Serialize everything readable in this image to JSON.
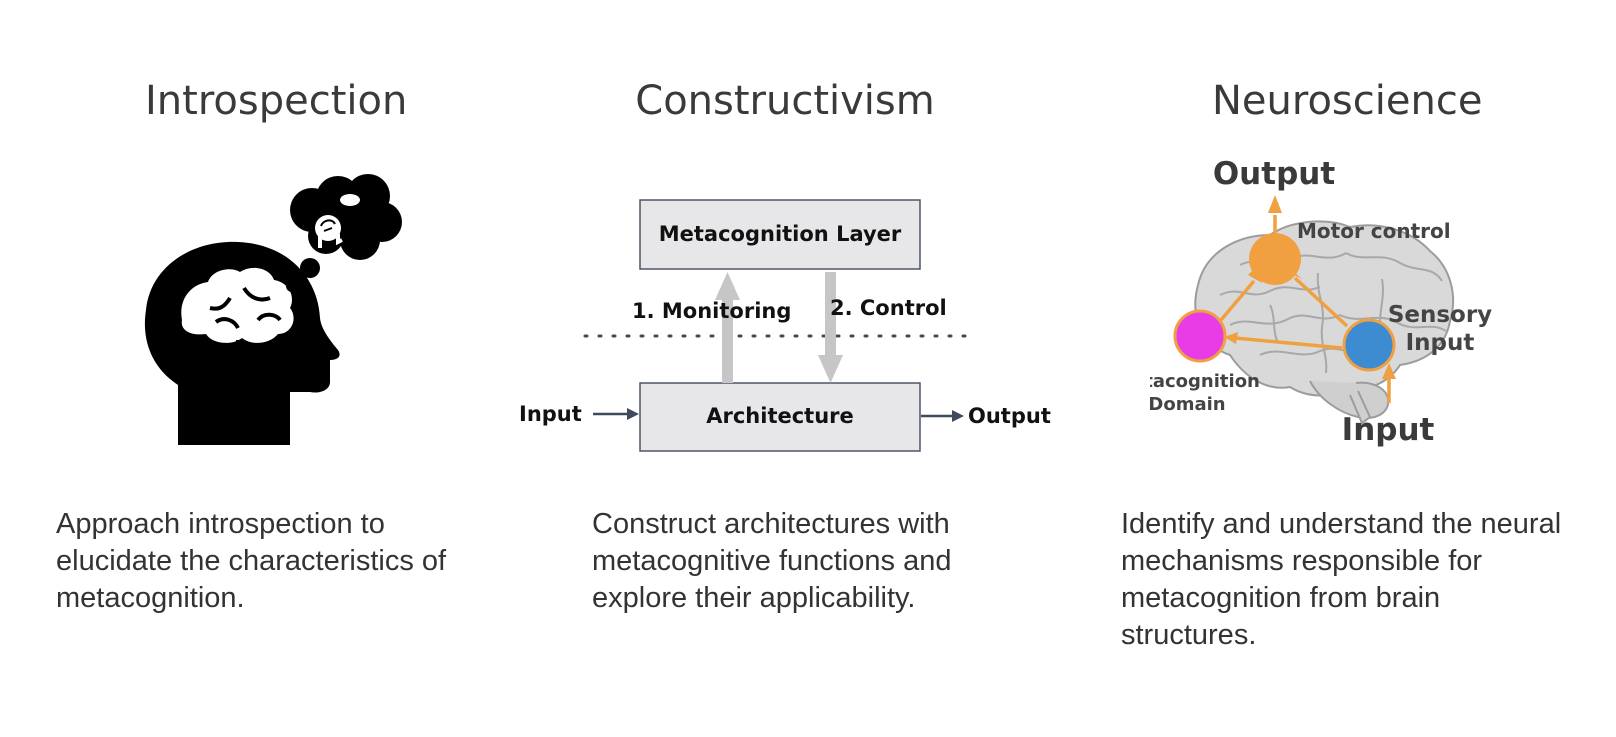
{
  "columns": [
    {
      "title": "Introspection",
      "description": "Approach introspection to elucidate the characteristics of metacognition.",
      "image": "head-with-thought-bubble"
    },
    {
      "title": "Constructivism",
      "description": "Construct architectures with metacognitive functions and explore their applicability.",
      "diagram": {
        "top_box": "Metacognition Layer",
        "bottom_box": "Architecture",
        "up_arrow_label": "1. Monitoring",
        "down_arrow_label": "2. Control",
        "input_label": "Input",
        "output_label": "Output"
      }
    },
    {
      "title": "Neuroscience",
      "description": "Identify and understand the neural mechanisms responsible for metacognition from brain structures.",
      "diagram": {
        "output_label": "Output",
        "input_label": "Input",
        "motor_label": "Motor control",
        "sensory_label_line1": "Sensory",
        "sensory_label_line2": "Input",
        "meta_label_line1": "Metacognition",
        "meta_label_line2": "Domain"
      }
    }
  ],
  "colors": {
    "orange": "#f0a040",
    "magenta": "#e73ce6",
    "blue": "#3d8bd0",
    "box_fill": "#e7e7e9",
    "grey_arrow": "#c6c6c6",
    "dark_arrow": "#3f4a5c"
  }
}
